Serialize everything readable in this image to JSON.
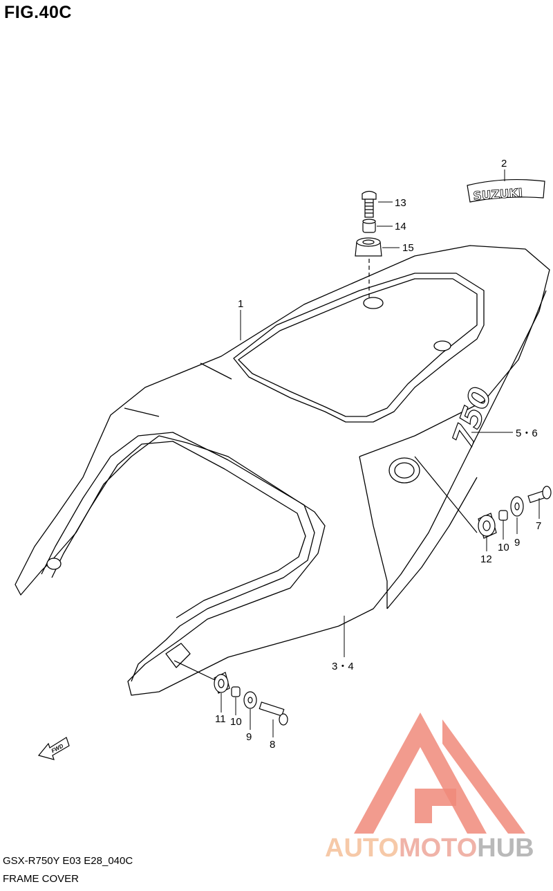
{
  "figure": {
    "title": "FIG.40C",
    "model_code": "GSX-R750Y E03 E28_040C",
    "section_name": "FRAME COVER"
  },
  "callouts": [
    "1",
    "2",
    "13",
    "14",
    "15",
    "5・6",
    "7",
    "9",
    "10",
    "12",
    "3・4",
    "11",
    "10",
    "9",
    "8"
  ],
  "decals": {
    "brand": "SUZUKI",
    "model": "750"
  },
  "fwd_arrow": {
    "label": "FWD"
  },
  "watermark": {
    "part1": "AUTO",
    "part2": "MOTO",
    "part3": "HUB"
  }
}
